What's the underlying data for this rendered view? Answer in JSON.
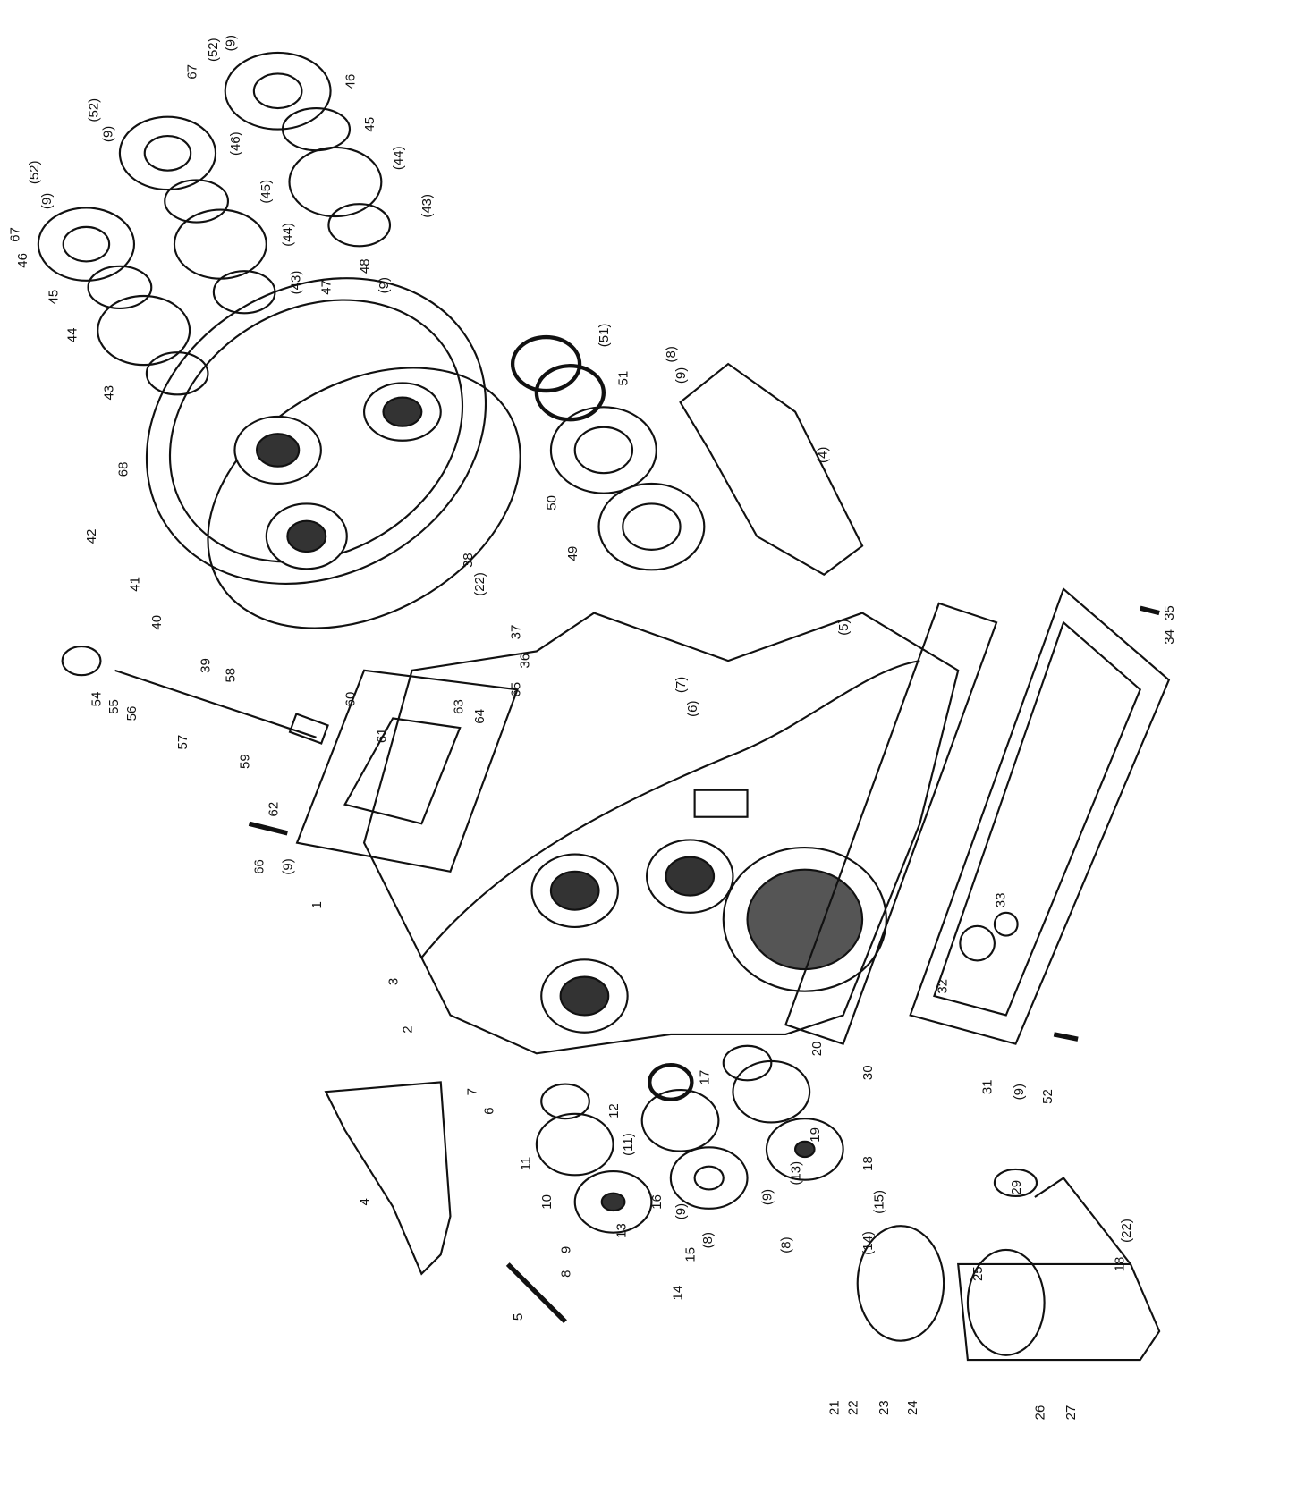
{
  "diagram": {
    "type": "exploded parts view - gearbox housing",
    "callouts": [
      "(52)",
      "(9)",
      "67",
      "46",
      "45",
      "(44)",
      "(43)",
      "(52)",
      "(9)",
      "(46)",
      "(45)",
      "(44)",
      "(43)",
      "(52)",
      "(9)",
      "67",
      "46",
      "45",
      "44",
      "43",
      "68",
      "42",
      "41",
      "40",
      "47",
      "48",
      "(9)",
      "(51)",
      "51",
      "(8)",
      "(9)",
      "50",
      "49",
      "(4)",
      "38",
      "(22)",
      "37",
      "36",
      "39",
      "58",
      "60",
      "61",
      "54",
      "55",
      "56",
      "57",
      "59",
      "63",
      "64",
      "65",
      "(7)",
      "(6)",
      "(5)",
      "35",
      "34",
      "62",
      "66",
      "(9)",
      "1",
      "3",
      "2",
      "33",
      "32",
      "20",
      "30",
      "31",
      "(9)",
      "52",
      "7",
      "6",
      "17",
      "12",
      "(11)",
      "19",
      "18",
      "11",
      "29",
      "(22)",
      "18",
      "4",
      "10",
      "16",
      "13",
      "(9)",
      "(8)",
      "(15)",
      "(13)",
      "(9)",
      "(14)",
      "(8)",
      "9",
      "15",
      "8",
      "14",
      "25",
      "5",
      "21",
      "22",
      "23",
      "24",
      "26",
      "27"
    ]
  }
}
